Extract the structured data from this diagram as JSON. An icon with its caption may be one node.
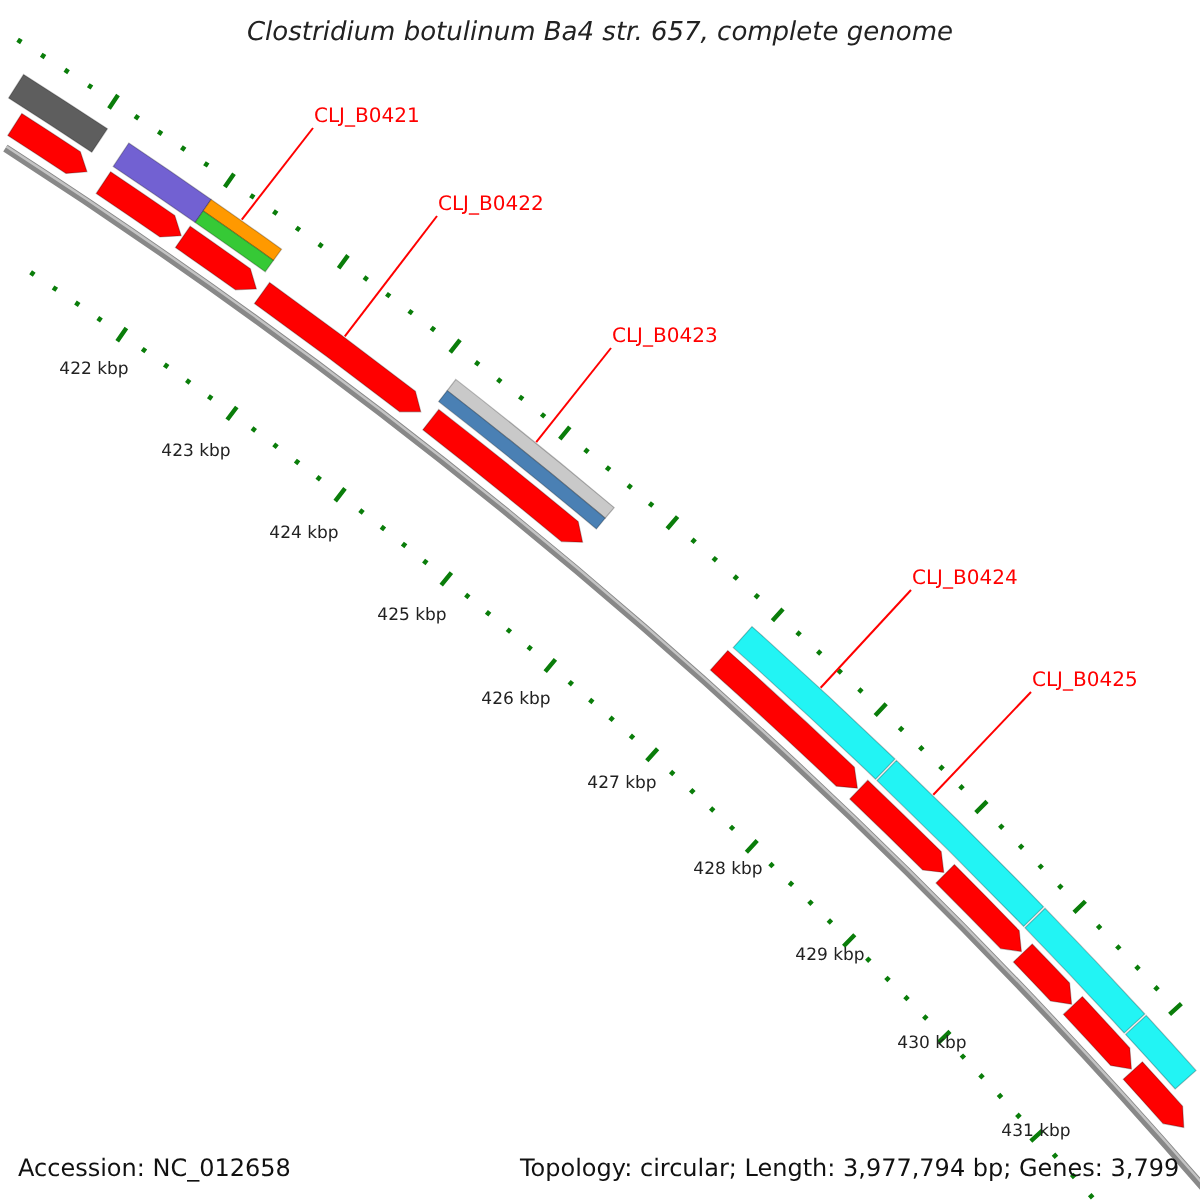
{
  "diagram": {
    "title": "Clostridium botulinum Ba4 str. 657, complete genome",
    "nodes": [
      {
        "text": [],
        "shape": "bar"
      },
      {
        "text": [],
        "shape": "bar"
      },
      {
        "text": [],
        "shape": "bar"
      },
      {
        "text": [],
        "shape": "bar"
      },
      {
        "text": [
          "CLJ_B0421"
        ]
      },
      {
        "text": [],
        "shape": "bar"
      },
      {
        "text": [],
        "shape": "bar"
      },
      {
        "text": [],
        "shape": "bar"
      },
      {
        "text": [
          "CLJ_B0422"
        ]
      },
      {
        "text": [],
        "shape": "bar"
      },
      {
        "text": [
          "CLJ_B0423"
        ]
      },
      {
        "text": [],
        "shape": "bar"
      },
      {
        "text": [],
        "shape": "bar"
      },
      {
        "text": [],
        "shape": "bar"
      },
      {
        "text": [
          "CLJ_B0424"
        ]
      },
      {
        "text": [],
        "shape": "bar"
      },
      {
        "text": [],
        "shape": "bar"
      },
      {
        "text": [
          "CLJ_B0425"
        ]
      },
      {
        "text": [],
        "shape": "bar"
      },
      {
        "text": [],
        "shape": "bar"
      },
      {
        "text": [],
        "shape": "bar"
      },
      {
        "text": [],
        "shape": "bar"
      },
      {
        "text": [],
        "shape": "bar"
      },
      {
        "text": [],
        "shape": "bar"
      },
      {
        "text": [],
        "shape": "bar"
      },
      {
        "text": [],
        "shape": "bar"
      }
    ],
    "edges": [
      {
        "from": 4,
        "to": 5,
        "arrow": "none"
      },
      {
        "from": 8,
        "to": 9,
        "arrow": "none"
      },
      {
        "from": 10,
        "to": 11,
        "arrow": "none"
      },
      {
        "from": 14,
        "to": 15,
        "arrow": "none"
      },
      {
        "from": 17,
        "to": 18,
        "arrow": "none"
      }
    ],
    "labels": [
      "422 kbp",
      "423 kbp",
      "424 kbp",
      "425 kbp",
      "426 kbp",
      "427 kbp",
      "428 kbp",
      "429 kbp",
      "430 kbp",
      "431 kbp",
      "Accession: NC_012658",
      "Topology: circular; Length: 3,977,794 bp; Genes: 3,799"
    ]
  }
}
